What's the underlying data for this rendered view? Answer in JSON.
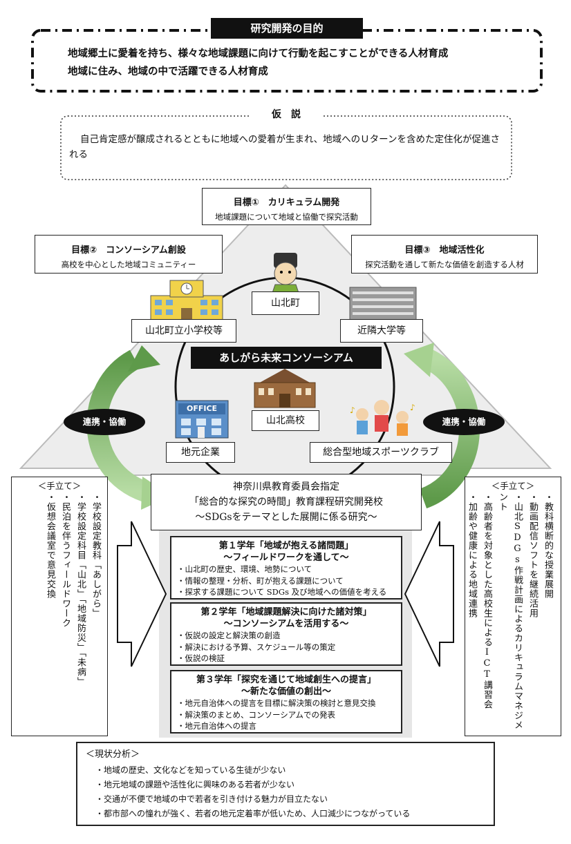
{
  "purpose": {
    "title": "研究開発の目的",
    "line1": "地域郷土に愛着を持ち、様々な地域課題に向けて行動を起こすことができる人材育成",
    "line2": "地域に住み、地域の中で活躍できる人材育成"
  },
  "hypothesis": {
    "title": "仮　説",
    "text": "自己肯定感が醸成されるとともに地域への愛着が生まれ、地域へのＵターンを含めた定住化が促進される"
  },
  "goals": [
    {
      "title": "目標①　カリキュラム開発",
      "desc": "地域課題について地域と協働で探究活動"
    },
    {
      "title": "目標②　コンソーシアム創設",
      "desc": "高校を中心とした地域コミュニティー"
    },
    {
      "title": "目標③　地域活性化",
      "desc": "探究活動を通して新たな価値を創造する人材"
    }
  ],
  "consortium": {
    "title": "あしがら未来コンソーシアム",
    "members": {
      "town": "山北町",
      "school": "山北町立小学校等",
      "university": "近隣大学等",
      "highschool": "山北高校",
      "company": "地元企業",
      "sports": "総合型地域スポーツクラブ"
    },
    "office_sign": "OFFICE"
  },
  "cooperation": {
    "left": "連携・協働",
    "right": "連携・協働"
  },
  "designation": {
    "line1": "神奈川県教育委員会指定",
    "line2": "「総合的な探究の時間」教育課程研究開発校",
    "line3": "～SDGsをテーマとした展開に係る研究～"
  },
  "years": [
    {
      "title": "第１学年「地域が抱える諸問題」",
      "subtitle": "～フィールドワークを通して～",
      "items": [
        "・山北町の歴史、環境、地勢について",
        "・情報の整理・分析、町が抱える課題について",
        "・探求する課題について SDGs 及び地域への価値を考える"
      ]
    },
    {
      "title": "第２学年「地域課題解決に向けた諸対策」",
      "subtitle": "～コンソーシアムを活用する～",
      "items": [
        "・仮説の設定と解決策の創造",
        "・解決における予算、スケジュール等の策定",
        "・仮説の検証"
      ]
    },
    {
      "title": "第３学年「探究を通じて地域創生への提言」",
      "subtitle": "～新たな価値の創出～",
      "items": [
        "・地元自治体への提言を目標に解決策の検討と意見交換",
        "・解決策のまとめ、コンソーシアムでの発表",
        "・地元自治体への提言"
      ]
    }
  ],
  "means_left": {
    "title": "＜手立て＞",
    "items": [
      "・学校設定教科「あしがら」",
      "・学校設定科目「山北」「地域防災」「未病」",
      "・民泊を伴うフィールドワーク",
      "・仮想会議室で意見交換"
    ]
  },
  "means_right": {
    "title": "＜手立て＞",
    "items": [
      "・教科横断的な授業展開",
      "・動画配信ソフトを継続活用",
      "・山北SDGs作戦計画によるカリキュラムマネジメント",
      "・高齢者を対象とした高校生によるICT講習会",
      "・加齢や健康による地域連携"
    ]
  },
  "analysis": {
    "title": "＜現状分析＞",
    "items": [
      "・地域の歴史、文化などを知っている生徒が少ない",
      "・地元地域の課題や活性化に興味のある若者が少ない",
      "・交通が不便で地域の中で若者を引き付ける魅力が目立たない",
      "・都市部への憧れが強く、若者の地元定着率が低いため、人口減少につながっている"
    ]
  }
}
